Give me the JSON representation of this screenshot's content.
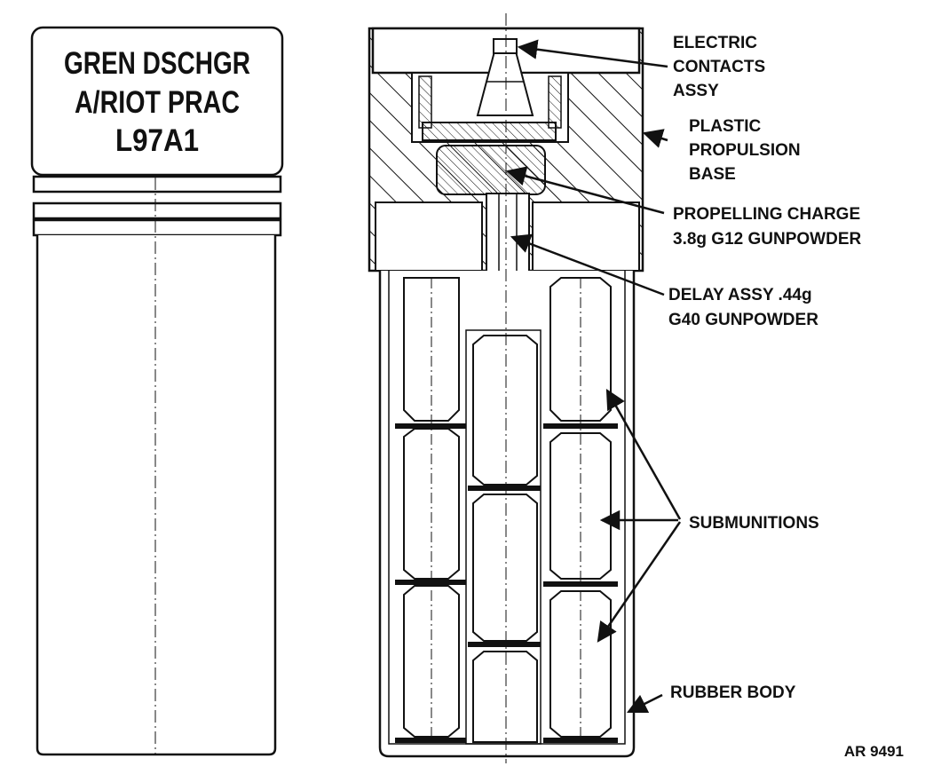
{
  "exterior_marking": {
    "line1": "GREN DSCHGR",
    "line2": "A/RIOT PRAC",
    "line3": "L97A1"
  },
  "labels": {
    "electric_contacts": [
      "ELECTRIC",
      "CONTACTS",
      "ASSY"
    ],
    "plastic_base": [
      "PLASTIC",
      "PROPULSION",
      "BASE"
    ],
    "propelling_charge": [
      "PROPELLING CHARGE",
      "3.8g G12 GUNPOWDER"
    ],
    "delay_assy": [
      "DELAY ASSY .44g",
      "G40 GUNPOWDER"
    ],
    "submunitions": "SUBMUNITIONS",
    "rubber_body": "RUBBER BODY"
  },
  "figure_ref": "AR 9491",
  "colors": {
    "ink": "#111111",
    "paper": "#ffffff"
  }
}
